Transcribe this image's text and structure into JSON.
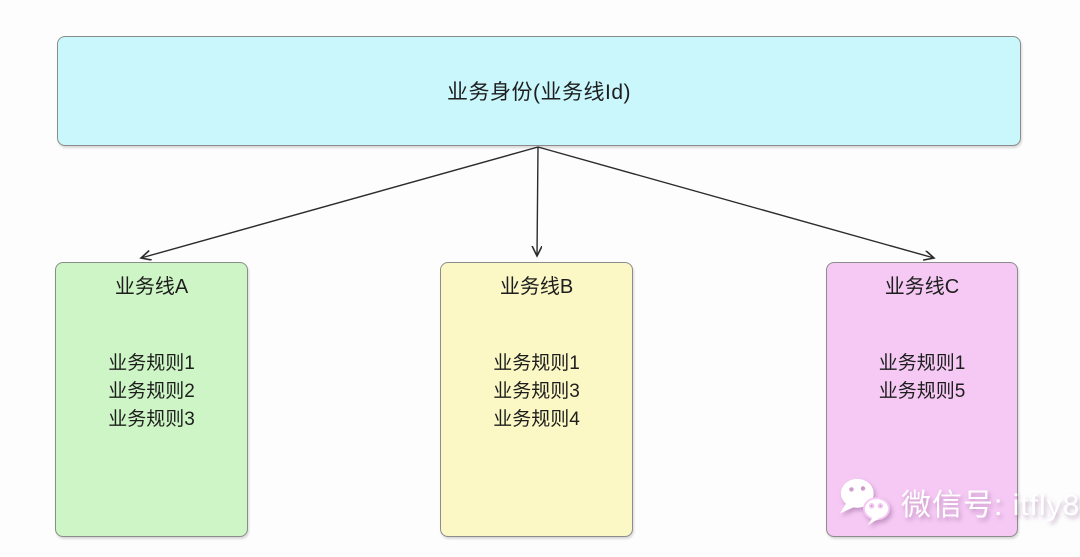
{
  "canvas": {
    "background": "#fdfdfd"
  },
  "diagram": {
    "root": {
      "label": "业务身份(业务线Id)",
      "fill": "#c9f7fb"
    },
    "children": [
      {
        "title": "业务线A",
        "rules": [
          "业务规则1",
          "业务规则2",
          "业务规则3"
        ],
        "fill": "#cdf5c5"
      },
      {
        "title": "业务线B",
        "rules": [
          "业务规则1",
          "业务规则3",
          "业务规则4"
        ],
        "fill": "#fbf8c6"
      },
      {
        "title": "业务线C",
        "rules": [
          "业务规则1",
          "业务规则5"
        ],
        "fill": "#f5c9f4"
      }
    ],
    "arrow_color": "#2b2b2b",
    "border_color": "#8c8c8c"
  },
  "watermark": {
    "icon": "wechat-icon",
    "text": "微信号: itfly8",
    "text_color": "#ffffff"
  }
}
